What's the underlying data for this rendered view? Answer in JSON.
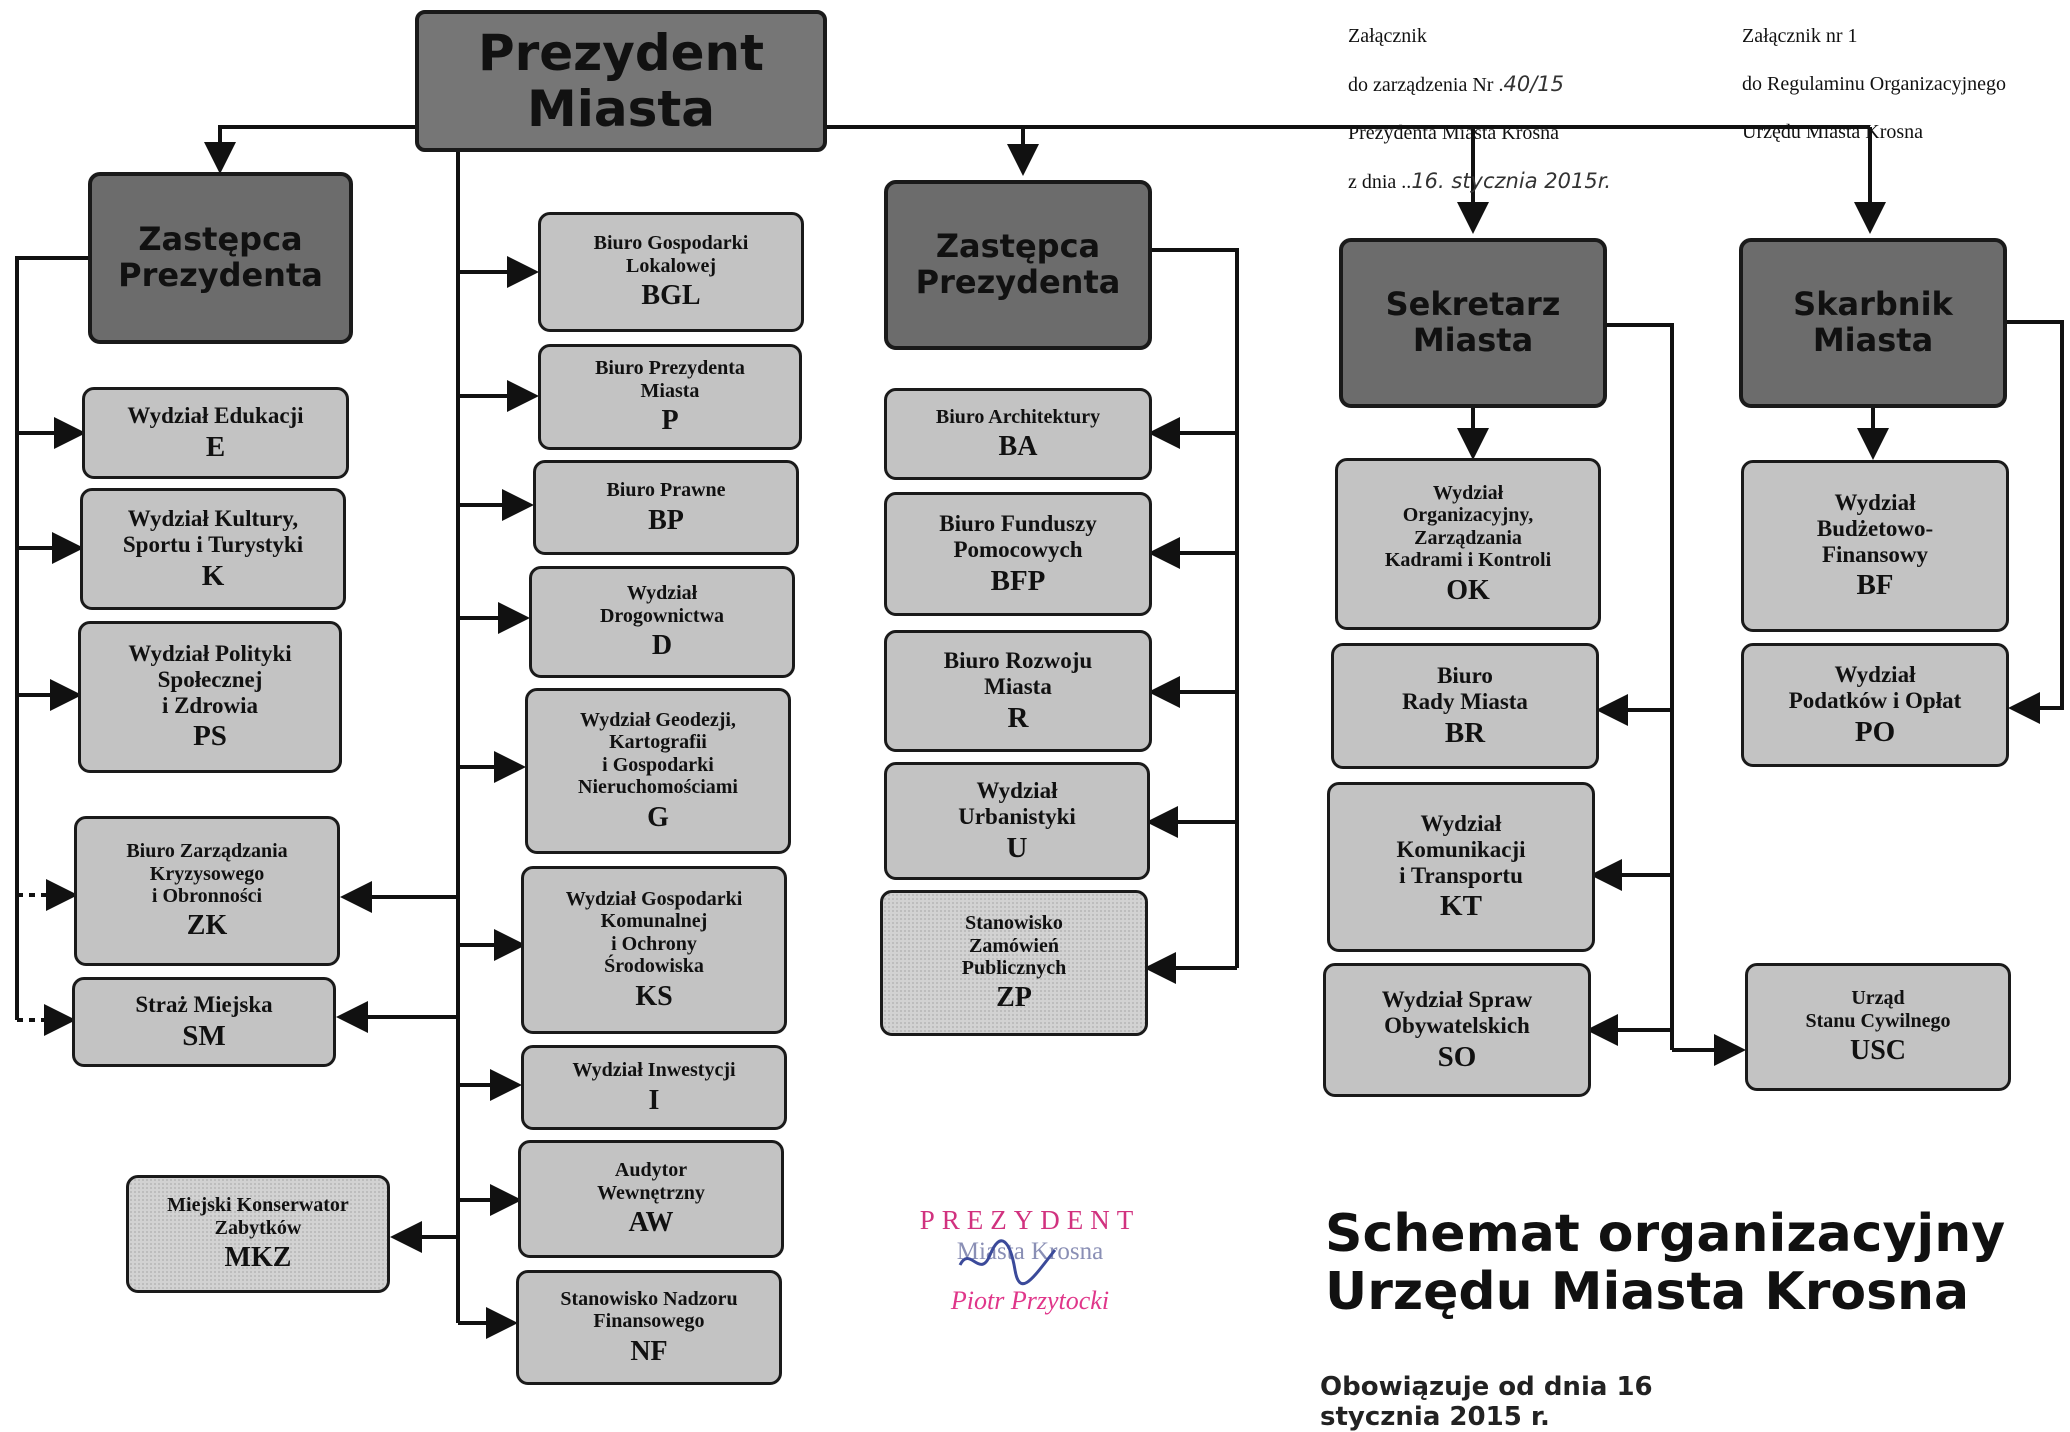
{
  "attachment_left": {
    "line1": "Załącznik",
    "line2_prefix": "do zarządzenia Nr .",
    "line2_hand": "40/15",
    "line3": "Prezydenta Miasta Krosna",
    "line4_prefix": "z dnia ..",
    "line4_hand": "16. stycznia 2015r."
  },
  "attachment_right": {
    "line1": "Załącznik nr 1",
    "line2": "do Regulaminu Organizacyjnego",
    "line3": "Urzędu Miasta Krosna"
  },
  "president": {
    "label": "Prezydent\nMiasta"
  },
  "deputy_left": {
    "label": "Zastępca\nPrezydenta"
  },
  "deputy_right": {
    "label": "Zastępca\nPrezydenta"
  },
  "secretary": {
    "label": "Sekretarz\nMiasta"
  },
  "treasurer": {
    "label": "Skarbnik\nMiasta"
  },
  "left_units": [
    {
      "label": "Wydział Edukacji",
      "code": "E"
    },
    {
      "label": "Wydział Kultury,\nSportu i Turystyki",
      "code": "K"
    },
    {
      "label": "Wydział Polityki\nSpołecznej\ni Zdrowia",
      "code": "PS"
    },
    {
      "label": "Biuro Zarządzania\nKryzysowego\ni Obronności",
      "code": "ZK"
    },
    {
      "label": "Straż Miejska",
      "code": "SM"
    },
    {
      "label": "Miejski Konserwator\nZabytków",
      "code": "MKZ"
    }
  ],
  "president_units": [
    {
      "label": "Biuro Gospodarki\nLokalowej",
      "code": "BGL"
    },
    {
      "label": "Biuro Prezydenta\nMiasta",
      "code": "P"
    },
    {
      "label": "Biuro Prawne",
      "code": "BP"
    },
    {
      "label": "Wydział\nDrogownictwa",
      "code": "D"
    },
    {
      "label": "Wydział Geodezji,\nKartografii\ni Gospodarki\nNieruchomościami",
      "code": "G"
    },
    {
      "label": "Wydział Gospodarki\nKomunalnej\ni Ochrony\nŚrodowiska",
      "code": "KS"
    },
    {
      "label": "Wydział Inwestycji",
      "code": "I"
    },
    {
      "label": "Audytor\nWewnętrzny",
      "code": "AW"
    },
    {
      "label": "Stanowisko Nadzoru\nFinansowego",
      "code": "NF"
    }
  ],
  "deputy_right_units": [
    {
      "label": "Biuro Architektury",
      "code": "BA"
    },
    {
      "label": "Biuro Funduszy\nPomocowych",
      "code": "BFP"
    },
    {
      "label": "Biuro Rozwoju\nMiasta",
      "code": "R"
    },
    {
      "label": "Wydział\nUrbanistyki",
      "code": "U"
    },
    {
      "label": "Stanowisko\nZamówień\nPublicznych",
      "code": "ZP"
    }
  ],
  "secretary_units": [
    {
      "label": "Wydział\nOrganizacyjny,\nZarządzania\nKadrami i Kontroli",
      "code": "OK"
    },
    {
      "label": "Biuro\nRady Miasta",
      "code": "BR"
    },
    {
      "label": "Wydział\nKomunikacji\ni Transportu",
      "code": "KT"
    },
    {
      "label": "Wydział Spraw\nObywatelskich",
      "code": "SO"
    }
  ],
  "treasurer_units": [
    {
      "label": "Wydział\nBudżetowo-\nFinansowy",
      "code": "BF"
    },
    {
      "label": "Wydział\nPodatków i Opłat",
      "code": "PO"
    }
  ],
  "civil_registry": {
    "label": "Urząd\nStanu Cywilnego",
    "code": "USC"
  },
  "stamp": {
    "title": "PREZYDENT",
    "city": "Miasta Krosna",
    "name": "Piotr Przytocki"
  },
  "title": "Schemat organizacyjny\nUrzędu Miasta Krosna",
  "footer_cut": "Obowiązuje od dnia 16 stycznia 2015 r.",
  "colors": {
    "lead_box": "#6c6c6c",
    "unit_box": "#c3c3c3",
    "stamp_pink": "#d1327f",
    "stamp_blue": "#8a8fb5"
  }
}
